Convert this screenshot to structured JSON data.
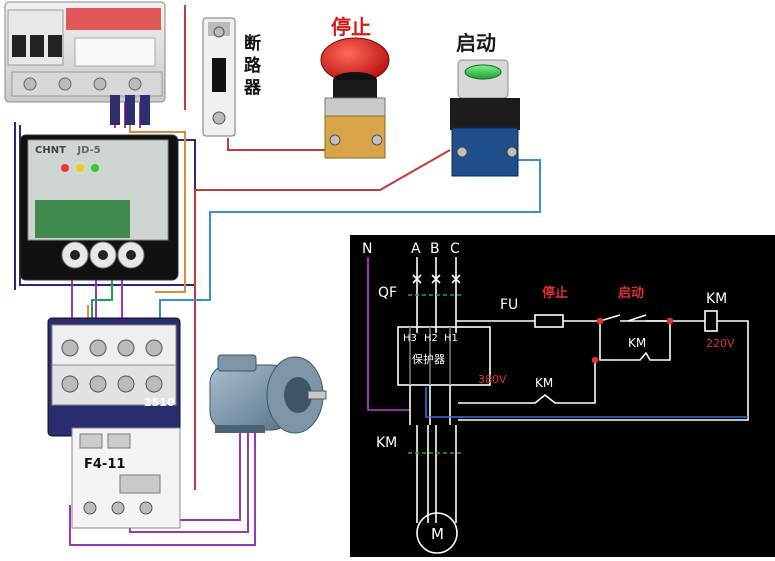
{
  "photo_labels": {
    "breaker_label": [
      "断",
      "路",
      "器"
    ],
    "stop_label": "停止",
    "start_label": "启动",
    "protector_brand": "CHNT",
    "protector_model": "JD-5",
    "contactor_code": "2510",
    "overload_label": "F4-11"
  },
  "schematic": {
    "n": "N",
    "a": "A",
    "b": "B",
    "c": "C",
    "qf": "QF",
    "fu": "FU",
    "stop": "停止",
    "start": "启动",
    "km_top": "KM",
    "km_hold": "KM",
    "km_mid": "KM",
    "km_main": "KM",
    "h3": "H3",
    "h2": "H2",
    "h1": "H1",
    "protector": "保护器",
    "v380": "380V",
    "v220": "220V",
    "motor": "M"
  },
  "colors": {
    "purple": "#9b38b8",
    "orange": "#e08a3c",
    "red": "#c43b3b",
    "blue": "#3a8fd0",
    "green": "#1ea34a",
    "navy": "#2a2a7a",
    "schem_red": "#e03030",
    "schem_blue": "#3a6fd8",
    "schem_purple": "#c040d0"
  },
  "icons": {
    "breaker": "circuit-breaker-icon",
    "fuse_switch": "breaker-switch-icon",
    "stop_button": "stop-button-icon",
    "start_button": "start-button-icon",
    "protector": "motor-protector-icon",
    "contactor": "contactor-icon",
    "motor": "motor-icon"
  }
}
